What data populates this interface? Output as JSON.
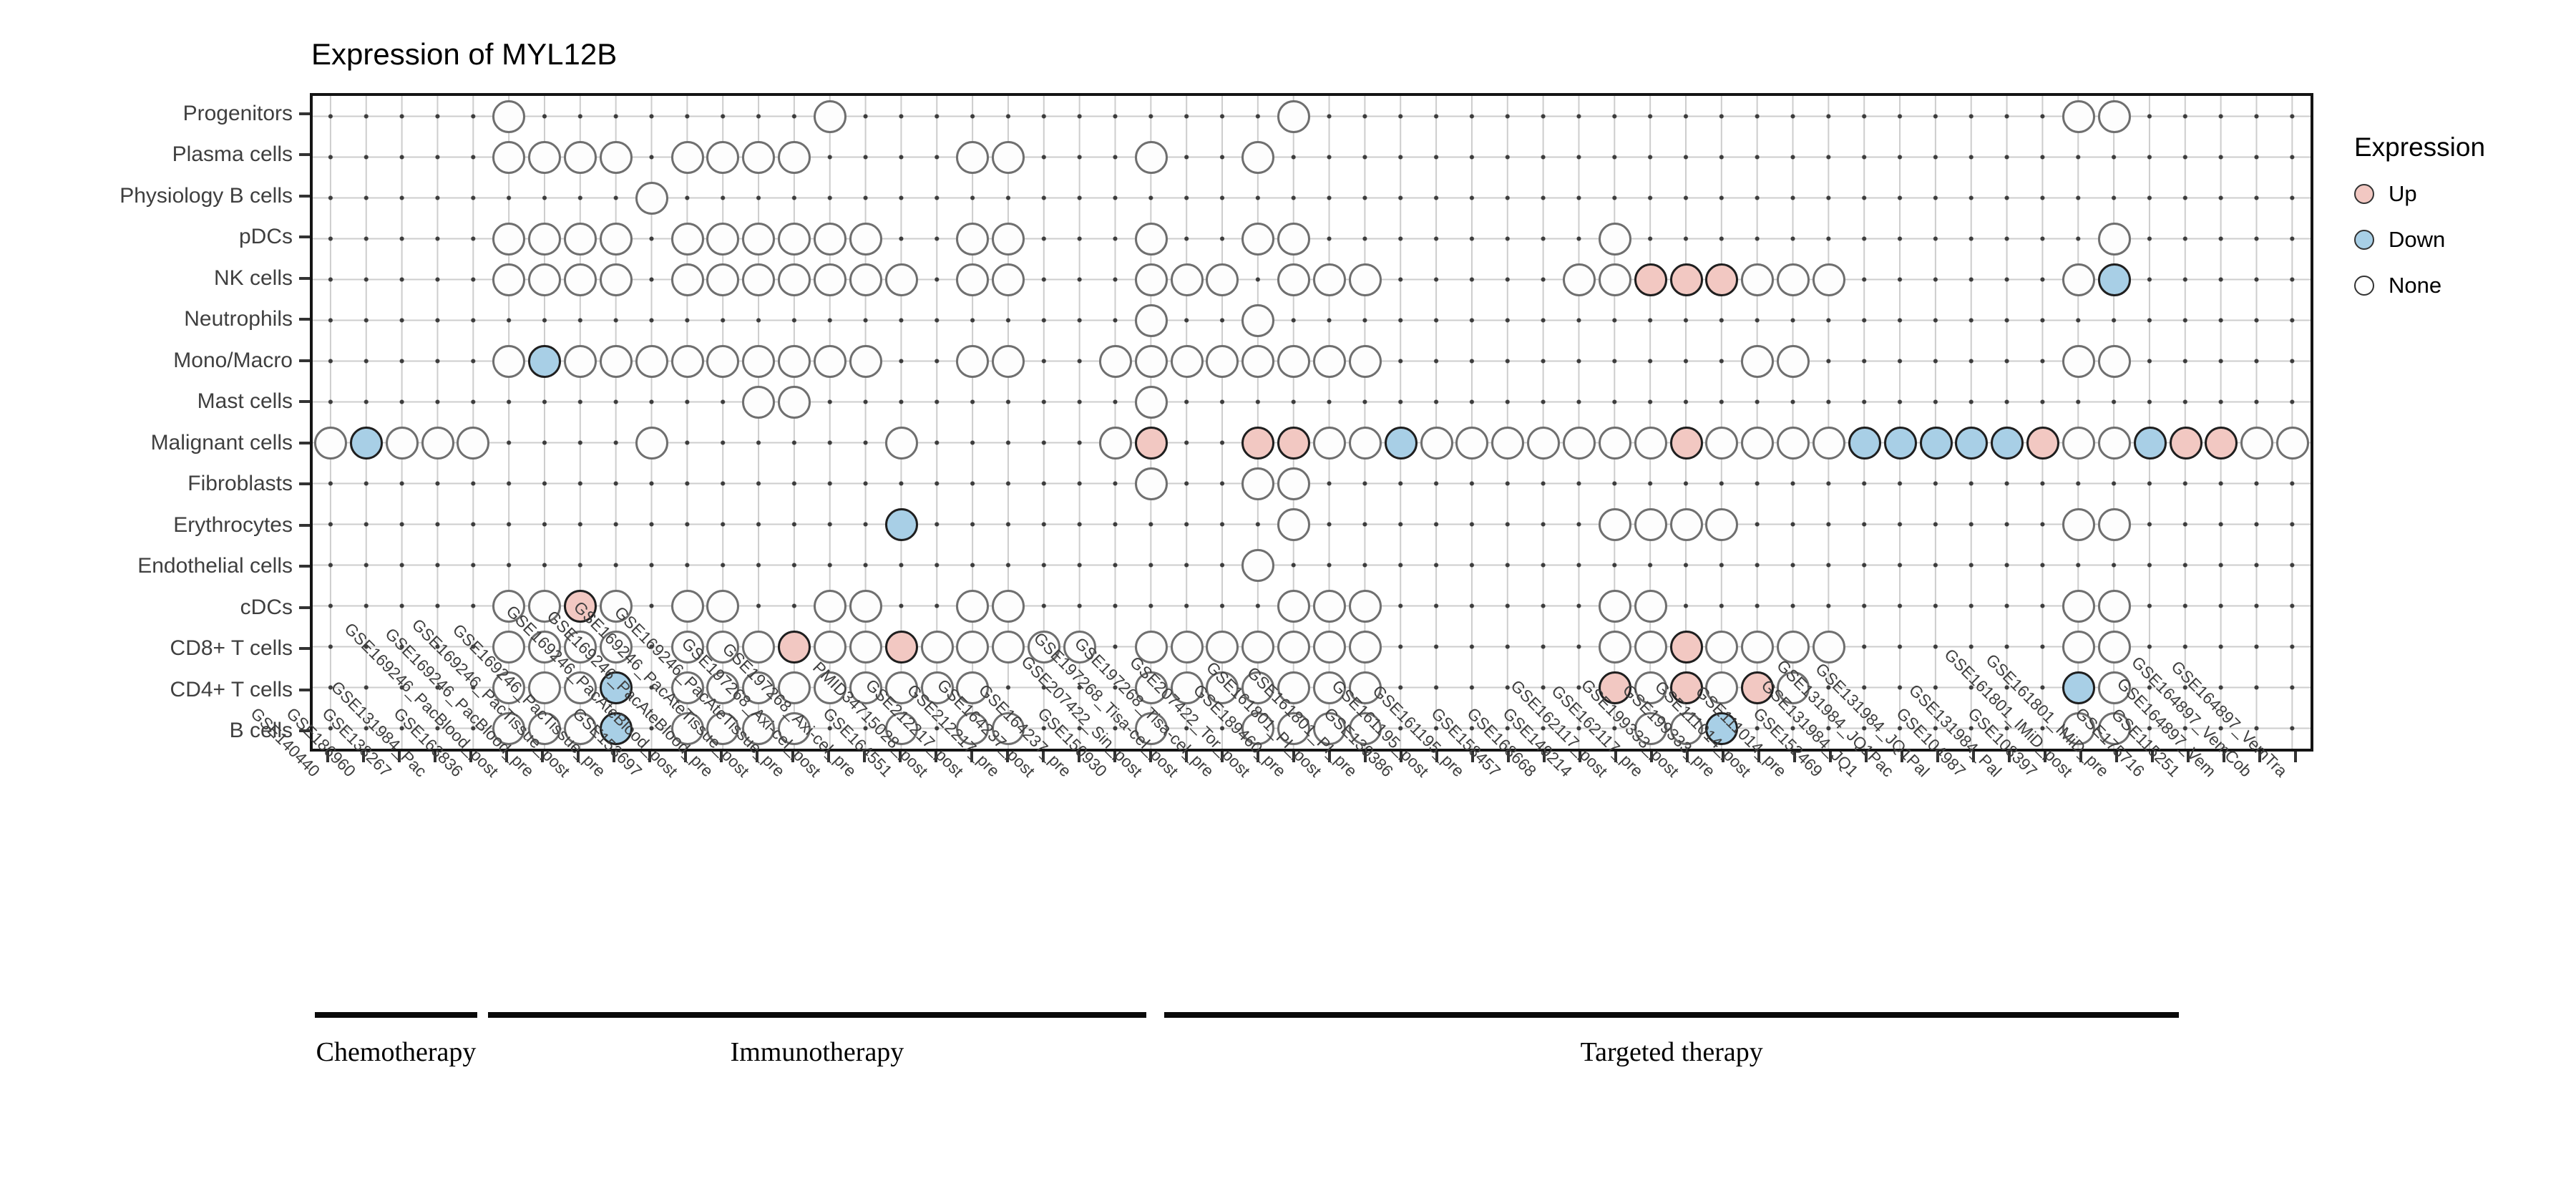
{
  "title": "Expression of MYL12B",
  "legend": {
    "title": "Expression",
    "items": [
      {
        "label": "Up",
        "color": "#f2c8c2"
      },
      {
        "label": "Down",
        "color": "#a8cfe6"
      },
      {
        "label": "None",
        "color": "#ffffff"
      }
    ]
  },
  "colors": {
    "up_fill": "#f2c8c2",
    "down_fill": "#a8cfe6",
    "none_fill": "#fdfdfd",
    "grid_line": "#cdcdcd",
    "grid_dot": "#3c3c3c",
    "box": "#141414"
  },
  "chart_data": {
    "type": "heatmap",
    "subtype": "dot-matrix (cell type x dataset, expression direction)",
    "ylabel_rows_top_to_bottom": true,
    "rows": [
      "Progenitors",
      "Plasma cells",
      "Physiology B cells",
      "pDCs",
      "NK cells",
      "Neutrophils",
      "Mono/Macro",
      "Mast cells",
      "Malignant cells",
      "Fibroblasts",
      "Erythrocytes",
      "Endothelial cells",
      "cDCs",
      "CD8+ T cells",
      "CD4+ T cells",
      "B cells"
    ],
    "columns": [
      "GSE140440",
      "GSE186960",
      "GSE138267",
      "GSE131984_Pac",
      "GSE163836",
      "GSE169246_PacBlood_post",
      "GSE169246_PacBlood_pre",
      "GSE169246_PacTissue_post",
      "GSE169246_PacTissue_pre",
      "GSE153697",
      "GSE169246_PacAteBlood_post",
      "GSE169246_PacAteBlood_pre",
      "GSE169246_PacAteTissue_post",
      "GSE169246_PacAteTissue_pre",
      "GSE197268_Axi-cel_post",
      "GSE197268_Axi-cel_pre",
      "GSE164551",
      "PMID34715028_post",
      "GSE212217_post",
      "GSE212217_pre",
      "GSE164237_post",
      "GSE164237_pre",
      "GSE150930",
      "GSE207422_Sin_post",
      "GSE197268_Tisa-cel_post",
      "GSE197268_Tisa-cel_pre",
      "GSE207422_Tor_post",
      "GSE189460_pre",
      "GSE161801_PI_post",
      "GSE161801_PI_pre",
      "GSE139386",
      "GSE161195_post",
      "GSE161195_pre",
      "GSE158457",
      "GSE168668",
      "GSE149214",
      "GSE162117_post",
      "GSE162117_pre",
      "GSE199333_post",
      "GSE199333_pre",
      "GSE111014_post",
      "GSE111014_pre",
      "GSE152469",
      "GSE131984_JQ1",
      "GSE131984_JQ1Pac",
      "GSE131984_JQ1Pal",
      "GSE104987",
      "GSE131984_Pal",
      "GSE108397",
      "GSE161801_IMiD_post",
      "GSE161801_IMiD_pre",
      "GSE175716",
      "GSE115251",
      "GSE164897_Vem",
      "GSE164897_VemCob",
      "GSE164897_VemTra"
    ],
    "groups": [
      {
        "label": "Chemotherapy",
        "from_col": "GSE140440",
        "to_col": "GSE163836",
        "span_frac": [
          0.0025,
          0.0836
        ]
      },
      {
        "label": "Immunotherapy",
        "from_col": "GSE169246_PacBlood_post",
        "to_col": "GSE150930",
        "span_frac": [
          0.0889,
          0.4175
        ]
      },
      {
        "label": "Targeted therapy",
        "from_col": "GSE207422_Sin_post",
        "to_col": "GSE115251",
        "span_frac": [
          0.4264,
          0.933
        ]
      }
    ],
    "legend_states": {
      "up": "Up",
      "down": "Down",
      "none": "None"
    },
    "matrix": [
      {
        "row": "Progenitors",
        "none": [
          6,
          15,
          28,
          50,
          51
        ],
        "up": [],
        "down": []
      },
      {
        "row": "Plasma cells",
        "none": [
          6,
          7,
          8,
          9,
          11,
          12,
          13,
          14,
          19,
          20,
          24,
          27
        ],
        "up": [],
        "down": []
      },
      {
        "row": "Physiology B cells",
        "none": [
          10
        ],
        "up": [],
        "down": []
      },
      {
        "row": "pDCs",
        "none": [
          6,
          7,
          8,
          9,
          11,
          12,
          13,
          14,
          15,
          16,
          19,
          20,
          24,
          27,
          28,
          37,
          51
        ],
        "up": [],
        "down": []
      },
      {
        "row": "NK cells",
        "none": [
          6,
          7,
          8,
          9,
          11,
          12,
          13,
          14,
          15,
          16,
          17,
          19,
          20,
          24,
          25,
          26,
          28,
          29,
          30,
          36,
          37,
          41,
          42,
          43,
          50
        ],
        "up": [
          38,
          39,
          40
        ],
        "down": [
          51
        ]
      },
      {
        "row": "Neutrophils",
        "none": [
          24,
          27
        ],
        "up": [],
        "down": []
      },
      {
        "row": "Mono/Macro",
        "none": [
          6,
          8,
          9,
          10,
          11,
          12,
          13,
          14,
          15,
          16,
          19,
          20,
          23,
          24,
          25,
          26,
          27,
          28,
          29,
          30,
          41,
          42,
          50,
          51
        ],
        "up": [],
        "down": [
          7
        ]
      },
      {
        "row": "Mast cells",
        "none": [
          13,
          14,
          24
        ],
        "up": [],
        "down": []
      },
      {
        "row": "Malignant cells",
        "none": [
          1,
          3,
          4,
          5,
          10,
          17,
          23,
          29,
          30,
          32,
          33,
          34,
          35,
          36,
          37,
          38,
          40,
          41,
          42,
          43,
          50,
          51,
          55,
          56
        ],
        "up": [
          24,
          27,
          28,
          39,
          49,
          53,
          54
        ],
        "down": [
          2,
          31,
          44,
          45,
          46,
          47,
          48,
          52
        ]
      },
      {
        "row": "Fibroblasts",
        "none": [
          24,
          27,
          28
        ],
        "up": [],
        "down": []
      },
      {
        "row": "Erythrocytes",
        "none": [
          28,
          37,
          38,
          39,
          40,
          50,
          51
        ],
        "up": [],
        "down": [
          17
        ]
      },
      {
        "row": "Endothelial cells",
        "none": [
          27
        ],
        "up": [],
        "down": []
      },
      {
        "row": "cDCs",
        "none": [
          6,
          7,
          9,
          11,
          12,
          15,
          16,
          19,
          20,
          28,
          29,
          30,
          37,
          38,
          50,
          51
        ],
        "up": [
          8
        ],
        "down": []
      },
      {
        "row": "CD8+ T cells",
        "none": [
          6,
          7,
          8,
          9,
          11,
          12,
          13,
          15,
          16,
          18,
          19,
          20,
          21,
          22,
          24,
          25,
          26,
          27,
          28,
          29,
          30,
          37,
          38,
          40,
          41,
          42,
          43,
          50,
          51
        ],
        "up": [
          14,
          17,
          39
        ],
        "down": []
      },
      {
        "row": "CD4+ T cells",
        "none": [
          6,
          7,
          8,
          11,
          12,
          13,
          14,
          15,
          16,
          17,
          18,
          19,
          24,
          25,
          26,
          27,
          28,
          29,
          30,
          38,
          40,
          42,
          51
        ],
        "up": [
          37,
          39,
          41
        ],
        "down": [
          9,
          50
        ]
      },
      {
        "row": "B cells",
        "none": [
          6,
          7,
          8,
          11,
          12,
          13,
          14,
          17,
          19,
          20,
          24,
          27,
          28,
          29,
          30,
          38,
          39,
          50,
          51
        ],
        "up": [],
        "down": [
          9,
          40
        ]
      }
    ]
  }
}
